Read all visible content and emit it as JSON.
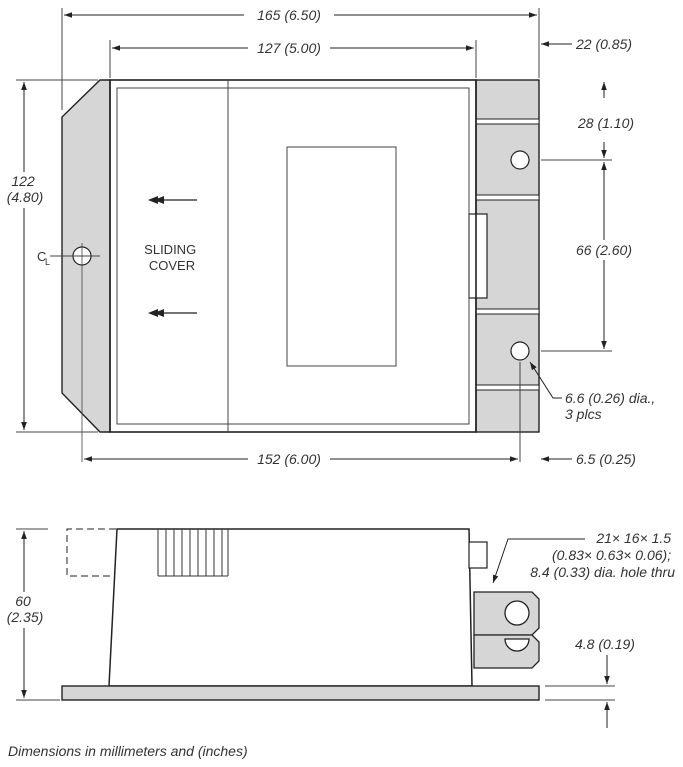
{
  "top_view": {
    "dim_overall_length": "165 (6.50)",
    "dim_body_length": "127 (5.00)",
    "dim_terminal_offset": "22 (0.85)",
    "dim_height_mm": "122",
    "dim_height_in": "(4.80)",
    "dim_terminal_top": "28 (1.10)",
    "dim_hole_spacing": "66 (2.60)",
    "hole_note_line1": "6.6 (0.26) dia.,",
    "hole_note_line2": "3 plcs",
    "dim_hole_span": "152 (6.00)",
    "dim_hole_edge": "6.5 (0.25)",
    "centerline_symbol": "C",
    "centerline_sub": "L",
    "sliding_cover_line1": "SLIDING",
    "sliding_cover_line2": "COVER"
  },
  "side_view": {
    "dim_height_mm": "60",
    "dim_height_in": "(2.35)",
    "terminal_note_line1": "21× 16× 1.5",
    "terminal_note_line2": "(0.83× 0.63× 0.06);",
    "terminal_note_line3": "8.4 (0.33) dia. hole thru",
    "dim_base_thickness": "4.8 (0.19)"
  },
  "caption": "Dimensions in millimeters and (inches)"
}
